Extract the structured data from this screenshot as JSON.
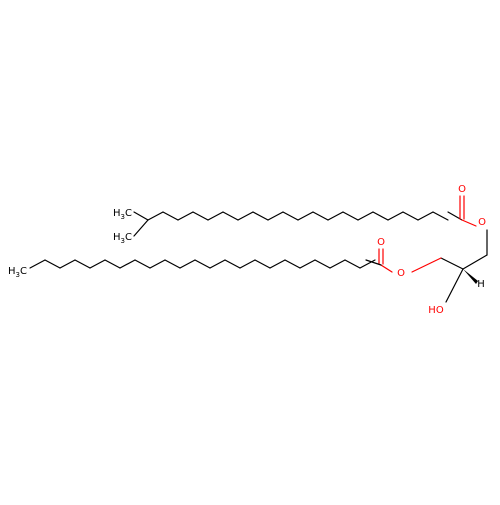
{
  "molecule": {
    "atom_labels": {
      "branch_methyl_1": "H3C",
      "branch_methyl_2": "H3C",
      "lower_chain_methyl": "H3C",
      "upper_carbonyl_oxygen": "O",
      "upper_ester_oxygen": "O",
      "lower_carbonyl_oxygen": "O",
      "lower_ester_oxygen": "O",
      "hydroxyl": "HO",
      "stereo_hydrogen": "H"
    },
    "colors": {
      "bond": "#000000",
      "oxygen": "#ff0000",
      "carbon_label": "#000000"
    }
  }
}
